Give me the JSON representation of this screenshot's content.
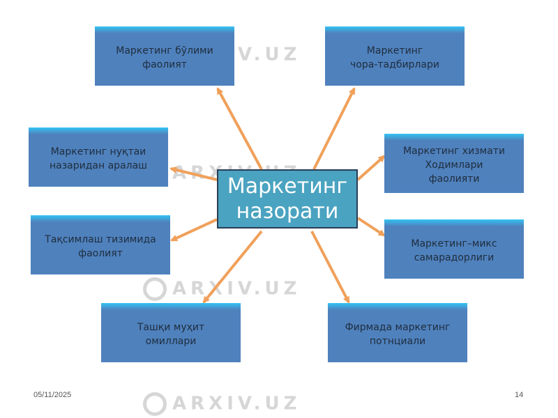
{
  "center_label": "Маркетинг\nназорати",
  "nodes": {
    "top_left": "Маркетинг бўлими\nфаолият",
    "top_right": "Маркетинг\nчора-тадбирлари",
    "mid_left": "Маркетинг нуқтаи\nназаридан аралаш",
    "mid_right": "Маркетинг хизмати\nХодимлари\nфаолияти",
    "lower_left": "Тақсимлаш тизимида\nфаолият",
    "lower_right": "Маркетинг–микс\nсамарадорлиги",
    "bottom_left": "Ташқи муҳит\nомиллари",
    "bottom_right": "Фирмада маркетинг\nпотнциали"
  },
  "watermark": "ARXIV.UZ",
  "footer": {
    "date": "05/11/2025",
    "page": "14"
  },
  "colors": {
    "box": "#4f81bd",
    "center": "#4aa3c0",
    "arrow": "#f0a05a"
  }
}
